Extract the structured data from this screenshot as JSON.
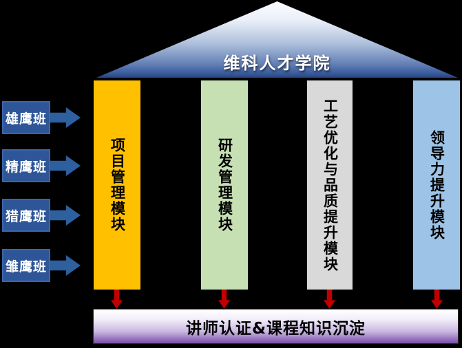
{
  "background_color": "#000000",
  "roof": {
    "title": "维科人才学院",
    "gradient_top_color": "#FCFDFF",
    "gradient_bottom_color": "#27457E",
    "title_color": "#FFFFFF"
  },
  "left_classes": {
    "box_color": "#2E5597",
    "box_border_color": "#3A66AC",
    "arrow_color": "#2E5F9E",
    "items": [
      {
        "label": "雄鹰班"
      },
      {
        "label": "精鹰班"
      },
      {
        "label": "猎鹰班"
      },
      {
        "label": "雏鹰班"
      }
    ]
  },
  "pillars": [
    {
      "label": "项目管理模块",
      "color": "#FFC000"
    },
    {
      "label": "研发管理模块",
      "color": "#C6E0B4"
    },
    {
      "label": "工艺优化与品质提升模块",
      "color": "#D9D9D9"
    },
    {
      "label": "领导力提升模块",
      "color": "#9DC3E6"
    }
  ],
  "down_arrows": {
    "color": "#C00000",
    "count": 4
  },
  "footer": {
    "label": "讲师认证&课程知识沉淀",
    "gradient_bottom_color": "#7A52A3",
    "text_color": "#000000"
  }
}
